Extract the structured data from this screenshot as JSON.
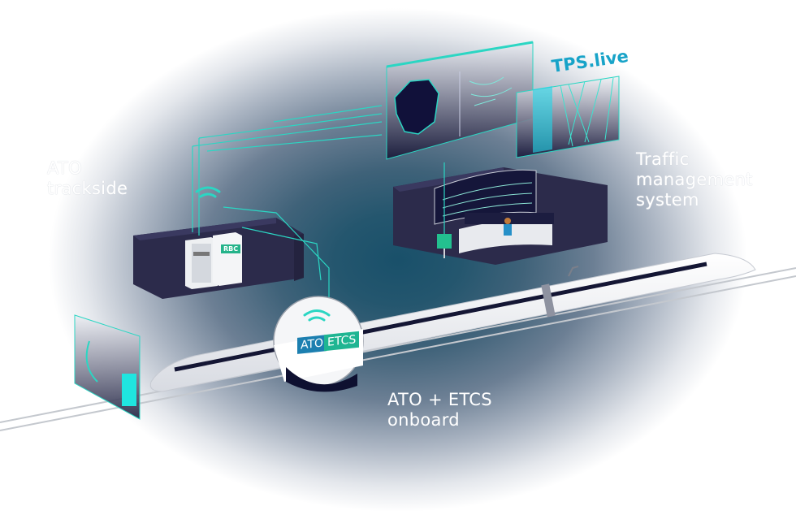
{
  "diagram": {
    "labels": {
      "ato_trackside": {
        "line1": "ATO",
        "line2": "trackside"
      },
      "traffic_management": {
        "line1": "Traffic",
        "line2": "management",
        "line3": "system"
      },
      "ato_etcs_onboard": {
        "line1": "ATO + ETCS",
        "line2": "onboard"
      }
    },
    "tps_title": "TPS.live",
    "onboard_chips": {
      "ato": "ATO",
      "etcs": "ETCS"
    },
    "rbc_label": "RBC",
    "colors": {
      "accent_teal": "#2bd6c3",
      "tps_blue": "#17a3c8",
      "room_dark": "#2b2a4a",
      "ato_chip": "#1c7fb0",
      "etcs_chip": "#1fb592"
    },
    "elements": [
      "ATO trackside room with server cabinet and RBC cabinet",
      "Wireless signal icons",
      "Map screen of France rail network",
      "Track diagram screen",
      "TPS.live time-distance graph screen",
      "Traffic management control room with operator and database",
      "High-speed train with ATO/ETCS onboard magnifier",
      "Driver display panel (DMI) beside track"
    ]
  }
}
